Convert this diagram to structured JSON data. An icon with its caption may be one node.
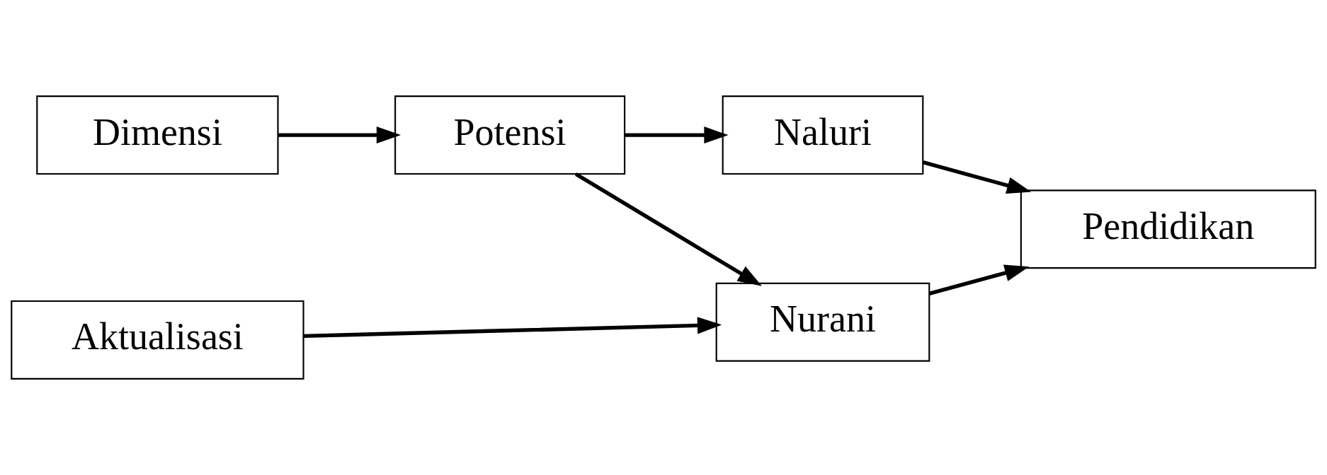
{
  "diagram": {
    "nodes": [
      {
        "text": [
          "Dimensi"
        ]
      },
      {
        "text": [
          "Potensi"
        ]
      },
      {
        "text": [
          "Naluri"
        ]
      },
      {
        "text": [
          "Pendidikan"
        ]
      },
      {
        "text": [
          "Aktualisasi"
        ]
      },
      {
        "text": [
          "Nurani"
        ]
      }
    ],
    "edges": [
      {
        "from": 0,
        "to": 1,
        "arrow": "to"
      },
      {
        "from": 1,
        "to": 2,
        "arrow": "to"
      },
      {
        "from": 2,
        "to": 3,
        "arrow": "to"
      },
      {
        "from": 1,
        "to": 5,
        "arrow": "to"
      },
      {
        "from": 4,
        "to": 5,
        "arrow": "to"
      },
      {
        "from": 5,
        "to": 3,
        "arrow": "to"
      }
    ]
  }
}
